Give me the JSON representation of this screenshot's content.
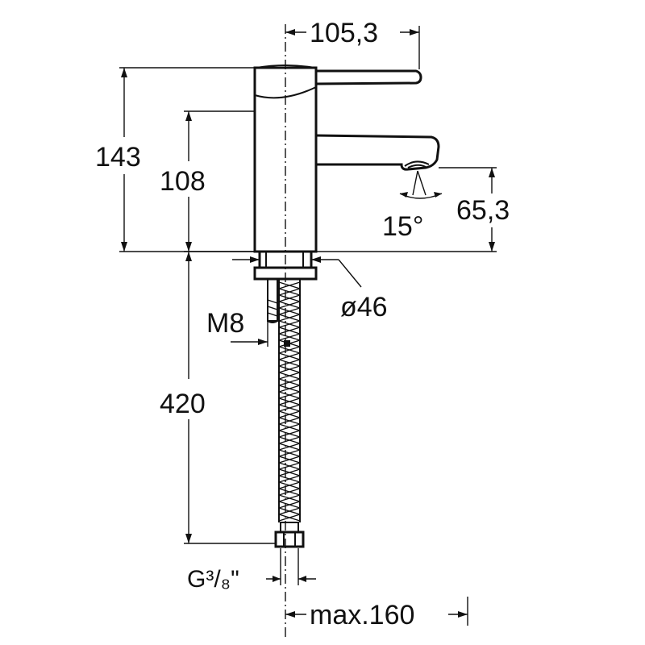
{
  "dimensions": {
    "spout_reach": "105,3",
    "total_height": "143",
    "spout_height": "108",
    "spout_outlet_height": "65,3",
    "spray_angle": "15°",
    "base_diameter": "ø46",
    "stud_thread": "M8",
    "hose_length": "420",
    "hose_connection": "G³/₈\"",
    "max_hole_offset": "max.160"
  }
}
